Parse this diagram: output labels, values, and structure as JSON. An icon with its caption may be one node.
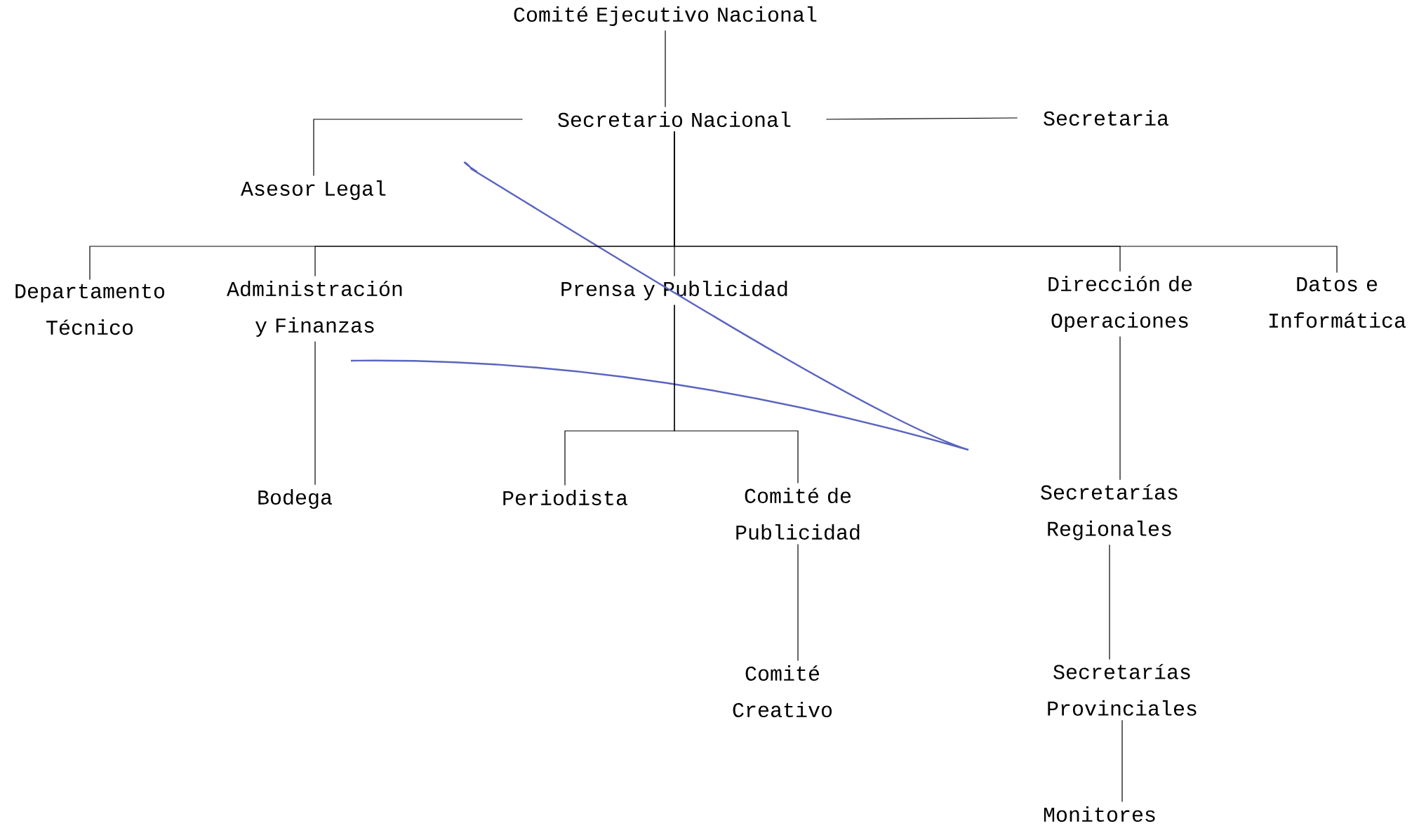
{
  "diagram": {
    "nodes": [
      {
        "text": [
          "Comité Ejecutivo Nacional"
        ]
      },
      {
        "text": [
          "Secretario Nacional"
        ]
      },
      {
        "text": [
          "Secretaria"
        ]
      },
      {
        "text": [
          "Asesor Legal"
        ]
      },
      {
        "text": [
          "Departamento Técnico"
        ]
      },
      {
        "text": [
          "Administración y Finanzas"
        ]
      },
      {
        "text": [
          "Prensa y Publicidad"
        ]
      },
      {
        "text": [
          "Dirección de Operaciones"
        ]
      },
      {
        "text": [
          "Datos e Informática"
        ]
      },
      {
        "text": [
          "Bodega"
        ]
      },
      {
        "text": [
          "Periodista"
        ]
      },
      {
        "text": [
          "Comité de Publicidad"
        ]
      },
      {
        "text": [
          "Comité Creativo"
        ]
      },
      {
        "text": [
          "Secretarías Regionales"
        ]
      },
      {
        "text": [
          "Secretarías Provinciales"
        ]
      },
      {
        "text": [
          "Monitores"
        ]
      }
    ],
    "edges": [
      {
        "from": 0,
        "to": 1,
        "arrow": "none"
      },
      {
        "from": 1,
        "to": 2,
        "arrow": "none"
      },
      {
        "from": 1,
        "to": 3,
        "arrow": "none"
      },
      {
        "from": 1,
        "to": 4,
        "arrow": "none"
      },
      {
        "from": 1,
        "to": 5,
        "arrow": "none"
      },
      {
        "from": 1,
        "to": 6,
        "arrow": "none"
      },
      {
        "from": 1,
        "to": 7,
        "arrow": "none"
      },
      {
        "from": 1,
        "to": 8,
        "arrow": "none"
      },
      {
        "from": 5,
        "to": 9,
        "arrow": "none"
      },
      {
        "from": 6,
        "to": 10,
        "arrow": "none"
      },
      {
        "from": 6,
        "to": 11,
        "arrow": "none"
      },
      {
        "from": 11,
        "to": 12,
        "arrow": "none"
      },
      {
        "from": 7,
        "to": 13,
        "arrow": "none"
      },
      {
        "from": 13,
        "to": 14,
        "arrow": "none"
      },
      {
        "from": 14,
        "to": 15,
        "arrow": "none"
      }
    ]
  }
}
